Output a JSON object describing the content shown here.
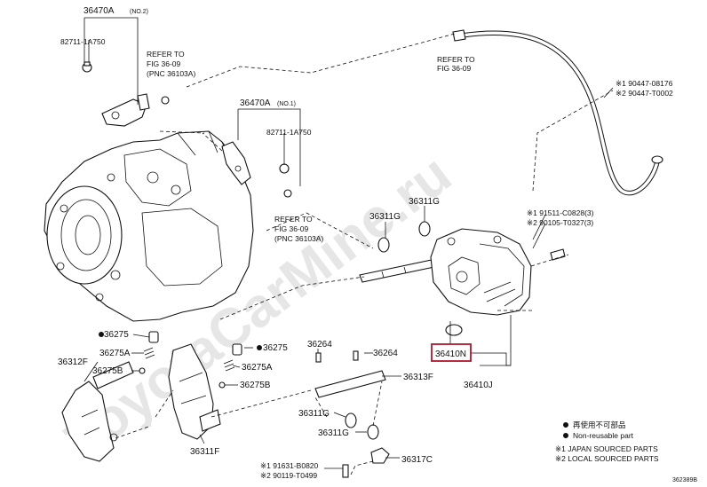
{
  "watermark": "ToyotaCarMine.ru",
  "diagram_code": "362389B",
  "highlight_color": "#b0152e",
  "parts": {
    "p36470A_no2": "36470A",
    "p36470A_no2_note": "(NO.2)",
    "p36470A_no1": "36470A",
    "p36470A_no1_note": "(NO.1)",
    "p82711_top": "82711-1A750",
    "p82711_mid": "82711-1A750",
    "p36311G_a": "36311G",
    "p36311G_b": "36311G",
    "p36311G_c": "36311G",
    "p36311G_d": "36311G",
    "p36275_a": "36275",
    "p36275_b": "36275",
    "p36275A_a": "36275A",
    "p36275A_b": "36275A",
    "p36275B_a": "36275B",
    "p36275B_b": "36275B",
    "p36312F": "36312F",
    "p36311F": "36311F",
    "p36264_a": "36264",
    "p36264_b": "36264",
    "p36313F": "36313F",
    "p36317C": "36317C",
    "p36410N": "36410N",
    "p36410J": "36410J"
  },
  "refer_boxes": {
    "refer_a": [
      "REFER TO",
      "FIG 36-09",
      "(PNC 36103A)"
    ],
    "refer_b": [
      "REFER TO",
      "FIG 36-09"
    ],
    "refer_c": [
      "REFER TO",
      "FIG 36-09",
      "(PNC 36103A)"
    ]
  },
  "callouts": {
    "hose_1": "※1 90447-08176",
    "hose_2": "※2 90447-T0002",
    "bolt_1": "※1 91511-C0828(3)",
    "bolt_2": "※2 90105-T0327(3)",
    "pin_1": "※1 91631-B0820",
    "pin_2": "※2 90119-T0499"
  },
  "legend": {
    "item1_text": "再使用不可部品",
    "item2_text": "Non-reusable part",
    "note1": "※1 JAPAN SOURCED PARTS",
    "note2": "※2  LOCAL SOURCED PARTS"
  }
}
